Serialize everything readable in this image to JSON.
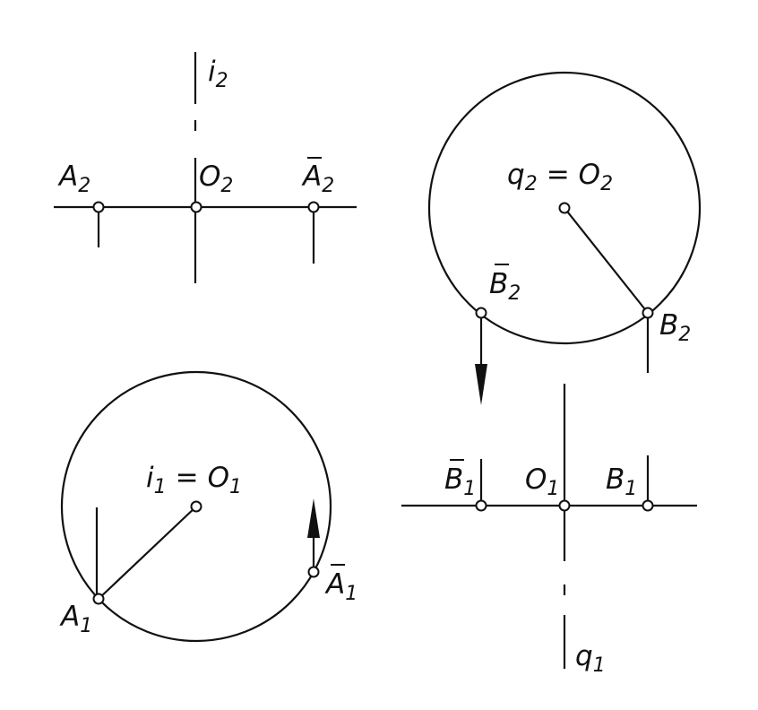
{
  "labels": {
    "i2": {
      "main": "i",
      "sub": "2"
    },
    "A2": {
      "main": "A",
      "sub": "2"
    },
    "O2": {
      "main": "O",
      "sub": "2"
    },
    "A2bar": {
      "main": "A",
      "sub": "2"
    },
    "q2eqO2": {
      "left": "q",
      "left_sub": "2",
      "eq": "=",
      "right": "O",
      "right_sub": "2"
    },
    "B2bar": {
      "main": "B",
      "sub": "2"
    },
    "B2": {
      "main": "B",
      "sub": "2"
    },
    "i1eqO1": {
      "left": "i",
      "left_sub": "1",
      "eq": "=",
      "right": "O",
      "right_sub": "1"
    },
    "A1": {
      "main": "A",
      "sub": "1"
    },
    "A1bar": {
      "main": "A",
      "sub": "1"
    },
    "B1bar": {
      "main": "B",
      "sub": "1"
    },
    "O1": {
      "main": "O",
      "sub": "1"
    },
    "B1": {
      "main": "B",
      "sub": "1"
    },
    "q1": {
      "main": "q",
      "sub": "1"
    }
  }
}
